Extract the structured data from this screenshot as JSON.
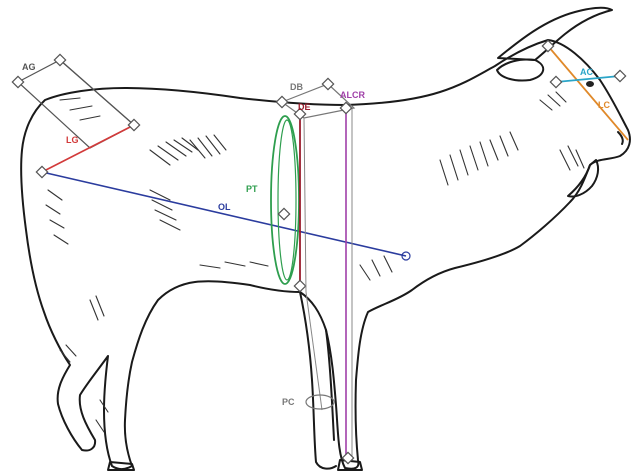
{
  "colors": {
    "AG": "#555555",
    "LG": "#d23a3a",
    "OL": "#2b3c9e",
    "PT": "#2e9e4e",
    "DB": "#777777",
    "DE": "#9a1c2c",
    "ALCR": "#a040a8",
    "AC": "#2aa5c8",
    "LC": "#e0892a",
    "PC": "#777777"
  },
  "labels": {
    "AG": "AG",
    "LG": "LG",
    "OL": "OL",
    "PT": "PT",
    "DB": "DB",
    "DE": "DE",
    "ALCR": "ALCR",
    "AC": "AC",
    "LC": "LC",
    "PC": "PC"
  }
}
